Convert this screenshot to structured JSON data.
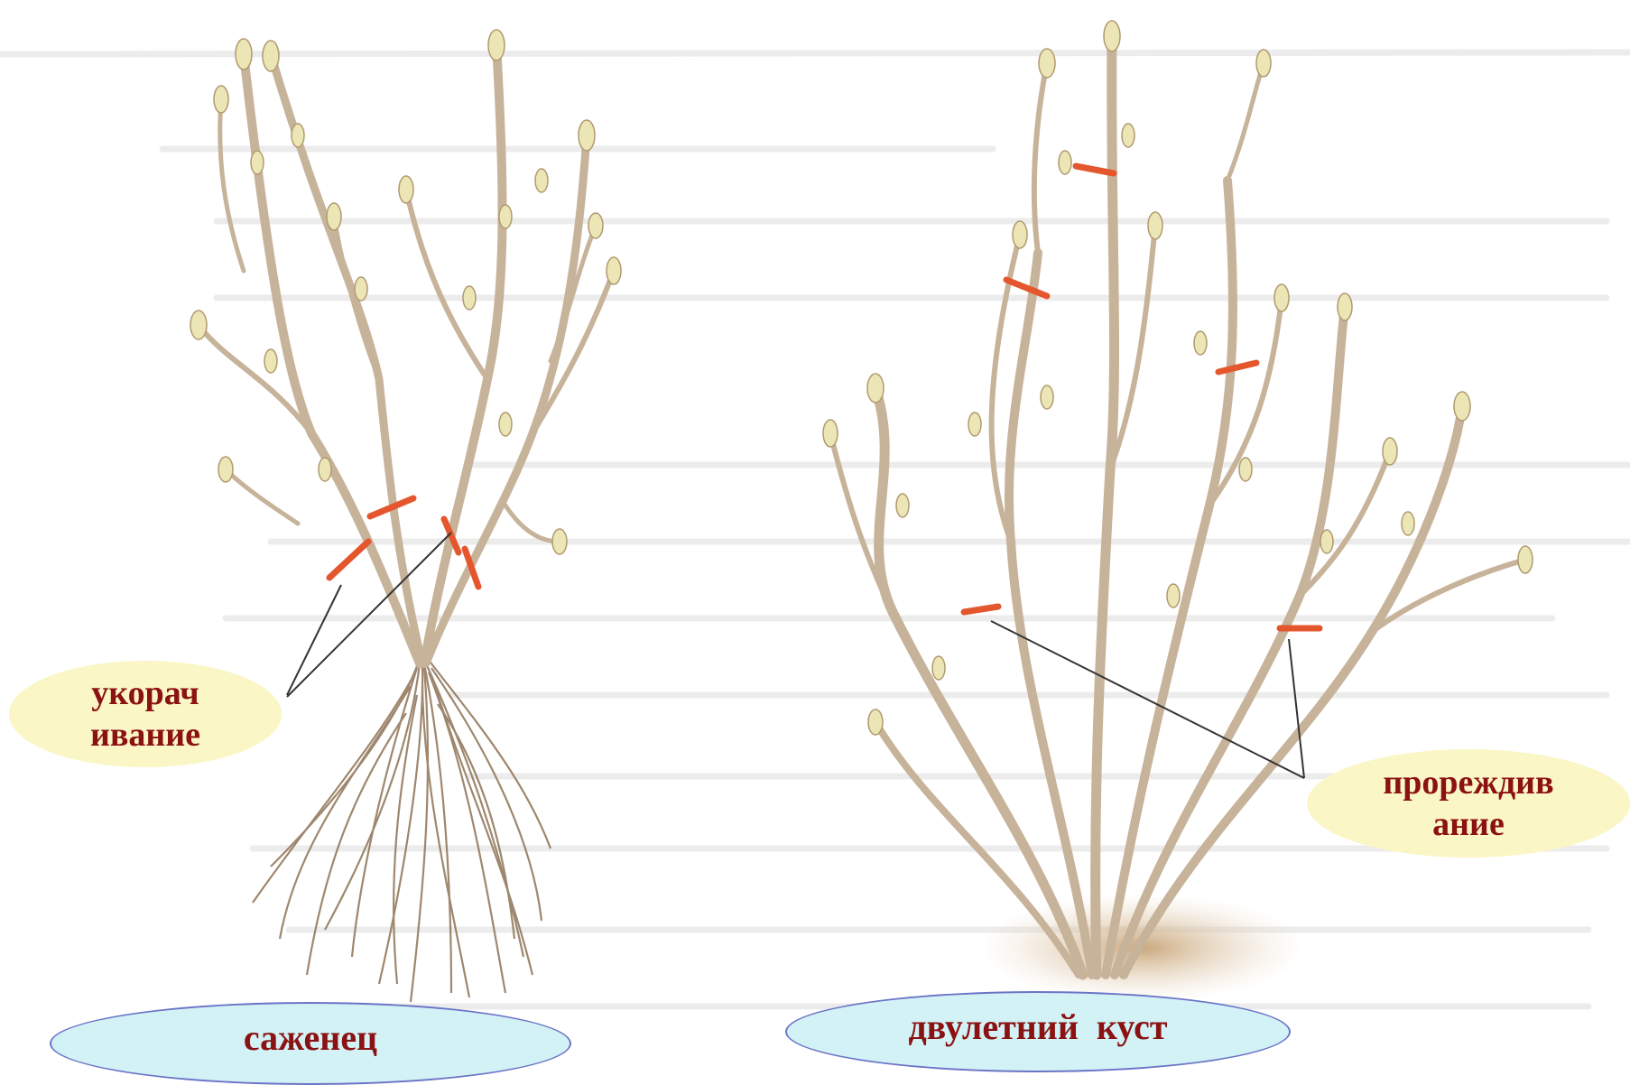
{
  "labels": {
    "shorten": "укорач\nивание",
    "thin": "прореждив\nание",
    "sapling": "саженец",
    "bush": "двулетний  куст"
  },
  "colors": {
    "branch": "#cdb9a0",
    "branch_dark": "#a3876a",
    "bud": "#ece5b5",
    "cut_mark": "#e4572e",
    "root": "#8e7355",
    "label_fill": "#fbf6c6",
    "label_text": "#8b1212",
    "caption_fill": "#d3f2f6",
    "caption_border": "#6b74c7"
  }
}
